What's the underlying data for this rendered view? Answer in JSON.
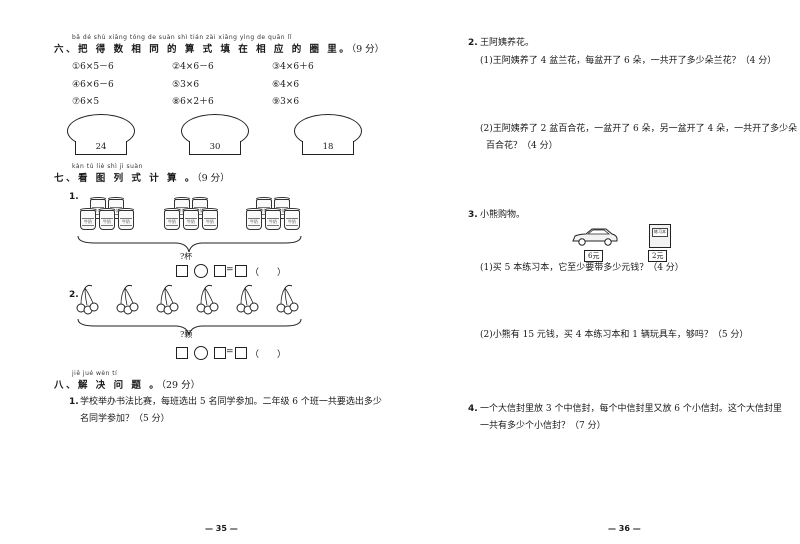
{
  "left": {
    "sec6": {
      "pinyin": "bǎ dé shù xiāng tóng de suàn shì tián zài xiāng yìng de quān lǐ",
      "title": "六、把 得 数 相 同 的 算 式 填 在 相 应 的 圈 里。",
      "points": "（9 分）",
      "exprs": [
        "①6×5－6",
        "②4×6－6",
        "③4×6＋6",
        "④6×6－6",
        "⑤3×6",
        "⑥4×6",
        "⑦6×5",
        "⑧6×2＋6",
        "⑨3×6"
      ],
      "ellipses": [
        "24",
        "30",
        "18"
      ]
    },
    "sec7": {
      "pinyin": "kàn tú liè shì jì suàn",
      "title": "七、看 图 列 式 计 算 。",
      "points": "（9 分）",
      "q1_num": "1.",
      "cup_label": "牛奶",
      "q1_unit": "?杯",
      "q2_num": "2.",
      "q2_unit": "?颗",
      "answer_paren": "（　　）"
    },
    "sec8": {
      "pinyin": "jiě jué wèn tí",
      "title": "八、解 决 问 题 。",
      "points": "（29 分）",
      "q1_num": "1.",
      "q1_line1": "学校举办书法比赛，每班选出 5 名同学参加。二年级 6 个班一共要选出多少",
      "q1_line2": "名同学参加？（5 分）"
    },
    "page_number": "— 35 —"
  },
  "right": {
    "q2_num": "2.",
    "q2_title": "王阿姨养花。",
    "q2_1": "(1)王阿姨养了 4 盆兰花，每盆开了 6 朵，一共开了多少朵兰花？（4 分）",
    "q2_2_line1": "(2)王阿姨养了 2 盆百合花，一盆开了 6 朵，另一盆开了 4 朵，一共开了多少朵",
    "q2_2_line2": "百合花？（4 分）",
    "q3_num": "3.",
    "q3_title": "小熊购物。",
    "car_price": "6元",
    "notebook_label": "练习本",
    "notebook_price": "2元",
    "q3_1": "(1)买 5 本练习本，它至少要带多少元钱？（4 分）",
    "q3_2": "(2)小熊有 15 元钱，买 4 本练习本和 1 辆玩具车，够吗？（5 分）",
    "q4_num": "4.",
    "q4_line1": "一个大信封里放 3 个中信封，每个中信封里又放 6 个小信封。这个大信封里",
    "q4_line2": "一共有多少个小信封？（7 分）",
    "page_number": "— 36 —"
  }
}
